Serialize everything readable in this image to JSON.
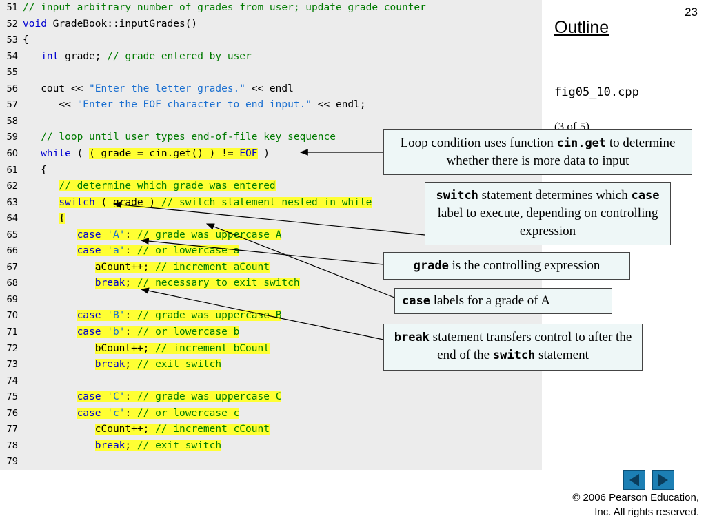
{
  "slide": {
    "page_number": "23",
    "outline_title": "Outline",
    "file_name": "fig05_10.cpp",
    "page_count": "(3 of 5)",
    "copyright_line1": "© 2006 Pearson Education,",
    "copyright_line2": "Inc.  All rights reserved."
  },
  "code_lines": [
    {
      "n": "51",
      "tokens": [
        {
          "c": "cm",
          "t": "// input arbitrary number of grades from user; update grade counter"
        }
      ]
    },
    {
      "n": "52",
      "tokens": [
        {
          "c": "kw",
          "t": "void"
        },
        {
          "c": "tx",
          "t": " GradeBook::inputGrades()"
        }
      ]
    },
    {
      "n": "53",
      "tokens": [
        {
          "c": "tx",
          "t": "{"
        }
      ]
    },
    {
      "n": "54",
      "tokens": [
        {
          "c": "tx",
          "t": "   "
        },
        {
          "c": "kw",
          "t": "int"
        },
        {
          "c": "tx",
          "t": " grade; "
        },
        {
          "c": "cm",
          "t": "// grade entered by user"
        }
      ]
    },
    {
      "n": "55",
      "tokens": []
    },
    {
      "n": "56",
      "tokens": [
        {
          "c": "tx",
          "t": "   cout << "
        },
        {
          "c": "st",
          "t": "\"Enter the letter grades.\""
        },
        {
          "c": "tx",
          "t": " << endl"
        }
      ]
    },
    {
      "n": "57",
      "tokens": [
        {
          "c": "tx",
          "t": "      << "
        },
        {
          "c": "st",
          "t": "\"Enter the EOF character to end input.\""
        },
        {
          "c": "tx",
          "t": " << endl;"
        }
      ]
    },
    {
      "n": "58",
      "tokens": []
    },
    {
      "n": "59",
      "tokens": [
        {
          "c": "tx",
          "t": "   "
        },
        {
          "c": "cm",
          "t": "// loop until user types end-of-file key sequence"
        }
      ]
    },
    {
      "n": "60",
      "tokens": [
        {
          "c": "tx",
          "t": "   "
        },
        {
          "c": "kw",
          "t": "while"
        },
        {
          "c": "tx",
          "t": " ( "
        },
        {
          "c": "tx hl",
          "t": "( grade = cin.get() ) != "
        },
        {
          "c": "kw hl",
          "t": "EOF"
        },
        {
          "c": "tx",
          "t": " )"
        }
      ]
    },
    {
      "n": "61",
      "tokens": [
        {
          "c": "tx",
          "t": "   {"
        }
      ]
    },
    {
      "n": "62",
      "tokens": [
        {
          "c": "tx",
          "t": "      "
        },
        {
          "c": "cm hl",
          "t": "// determine which grade was entered"
        }
      ]
    },
    {
      "n": "63",
      "tokens": [
        {
          "c": "tx",
          "t": "      "
        },
        {
          "c": "kw hl",
          "t": "switch"
        },
        {
          "c": "tx hl",
          "t": " ( grade ) "
        },
        {
          "c": "cm hl",
          "t": "// switch statement nested in while"
        }
      ]
    },
    {
      "n": "64",
      "tokens": [
        {
          "c": "tx",
          "t": "      "
        },
        {
          "c": "tx hl",
          "t": "{"
        }
      ]
    },
    {
      "n": "65",
      "tokens": [
        {
          "c": "tx",
          "t": "         "
        },
        {
          "c": "kw hl",
          "t": "case"
        },
        {
          "c": "tx hl",
          "t": " "
        },
        {
          "c": "st hl",
          "t": "'A'"
        },
        {
          "c": "tx hl",
          "t": ": "
        },
        {
          "c": "cm hl",
          "t": "// grade was uppercase A"
        }
      ]
    },
    {
      "n": "66",
      "tokens": [
        {
          "c": "tx",
          "t": "         "
        },
        {
          "c": "kw hl",
          "t": "case"
        },
        {
          "c": "tx hl",
          "t": " "
        },
        {
          "c": "st hl",
          "t": "'a'"
        },
        {
          "c": "tx hl",
          "t": ": "
        },
        {
          "c": "cm hl",
          "t": "// or lowercase a"
        }
      ]
    },
    {
      "n": "67",
      "tokens": [
        {
          "c": "tx",
          "t": "            "
        },
        {
          "c": "tx hl",
          "t": "aCount++; "
        },
        {
          "c": "cm hl",
          "t": "// increment aCount"
        }
      ]
    },
    {
      "n": "68",
      "tokens": [
        {
          "c": "tx",
          "t": "            "
        },
        {
          "c": "kw hl",
          "t": "break"
        },
        {
          "c": "tx hl",
          "t": "; "
        },
        {
          "c": "cm hl",
          "t": "// necessary to exit switch"
        }
      ]
    },
    {
      "n": "69",
      "tokens": []
    },
    {
      "n": "70",
      "tokens": [
        {
          "c": "tx",
          "t": "         "
        },
        {
          "c": "kw hl",
          "t": "case"
        },
        {
          "c": "tx hl",
          "t": " "
        },
        {
          "c": "st hl",
          "t": "'B'"
        },
        {
          "c": "tx hl",
          "t": ": "
        },
        {
          "c": "cm hl",
          "t": "// grade was uppercase B"
        }
      ]
    },
    {
      "n": "71",
      "tokens": [
        {
          "c": "tx",
          "t": "         "
        },
        {
          "c": "kw hl",
          "t": "case"
        },
        {
          "c": "tx hl",
          "t": " "
        },
        {
          "c": "st hl",
          "t": "'b'"
        },
        {
          "c": "tx hl",
          "t": ": "
        },
        {
          "c": "cm hl",
          "t": "// or lowercase b"
        }
      ]
    },
    {
      "n": "72",
      "tokens": [
        {
          "c": "tx",
          "t": "            "
        },
        {
          "c": "tx hl",
          "t": "bCount++; "
        },
        {
          "c": "cm hl",
          "t": "// increment bCount"
        }
      ]
    },
    {
      "n": "73",
      "tokens": [
        {
          "c": "tx",
          "t": "            "
        },
        {
          "c": "kw hl",
          "t": "break"
        },
        {
          "c": "tx hl",
          "t": "; "
        },
        {
          "c": "cm hl",
          "t": "// exit switch"
        }
      ]
    },
    {
      "n": "74",
      "tokens": []
    },
    {
      "n": "75",
      "tokens": [
        {
          "c": "tx",
          "t": "         "
        },
        {
          "c": "kw hl",
          "t": "case"
        },
        {
          "c": "tx hl",
          "t": " "
        },
        {
          "c": "st hl",
          "t": "'C'"
        },
        {
          "c": "tx hl",
          "t": ": "
        },
        {
          "c": "cm hl",
          "t": "// grade was uppercase C"
        }
      ]
    },
    {
      "n": "76",
      "tokens": [
        {
          "c": "tx",
          "t": "         "
        },
        {
          "c": "kw hl",
          "t": "case"
        },
        {
          "c": "tx hl",
          "t": " "
        },
        {
          "c": "st hl",
          "t": "'c'"
        },
        {
          "c": "tx hl",
          "t": ": "
        },
        {
          "c": "cm hl",
          "t": "// or lowercase c"
        }
      ]
    },
    {
      "n": "77",
      "tokens": [
        {
          "c": "tx",
          "t": "            "
        },
        {
          "c": "tx hl",
          "t": "cCount++; "
        },
        {
          "c": "cm hl",
          "t": "// increment cCount"
        }
      ]
    },
    {
      "n": "78",
      "tokens": [
        {
          "c": "tx",
          "t": "            "
        },
        {
          "c": "kw hl",
          "t": "break"
        },
        {
          "c": "tx hl",
          "t": "; "
        },
        {
          "c": "cm hl",
          "t": "// exit switch"
        }
      ]
    },
    {
      "n": "79",
      "tokens": []
    }
  ],
  "callouts": {
    "loop": {
      "pre": "Loop condition uses function ",
      "code": "cin.get",
      "post": " to determine whether there is more data to input"
    },
    "switch": {
      "code": "switch",
      "post": " statement determines which ",
      "code2": "case",
      "post2": " label to execute, depending on controlling expression"
    },
    "grade": {
      "code": "grade",
      "post": " is the controlling expression"
    },
    "case": {
      "code": "case",
      "post": " labels for a grade of A"
    },
    "break": {
      "code": "break",
      "post": " statement transfers control to after the end of the ",
      "code2": "switch",
      "post2": " statement"
    }
  },
  "nav": {
    "prev_icon": "triangle-left-icon",
    "next_icon": "triangle-right-icon",
    "button_color": "#1c7fb4"
  },
  "colors": {
    "comment": "#007a00",
    "keyword": "#0000d0",
    "string": "#1a6fd0",
    "highlight": "#ffff33",
    "callout_bg": "#eef7f7"
  }
}
